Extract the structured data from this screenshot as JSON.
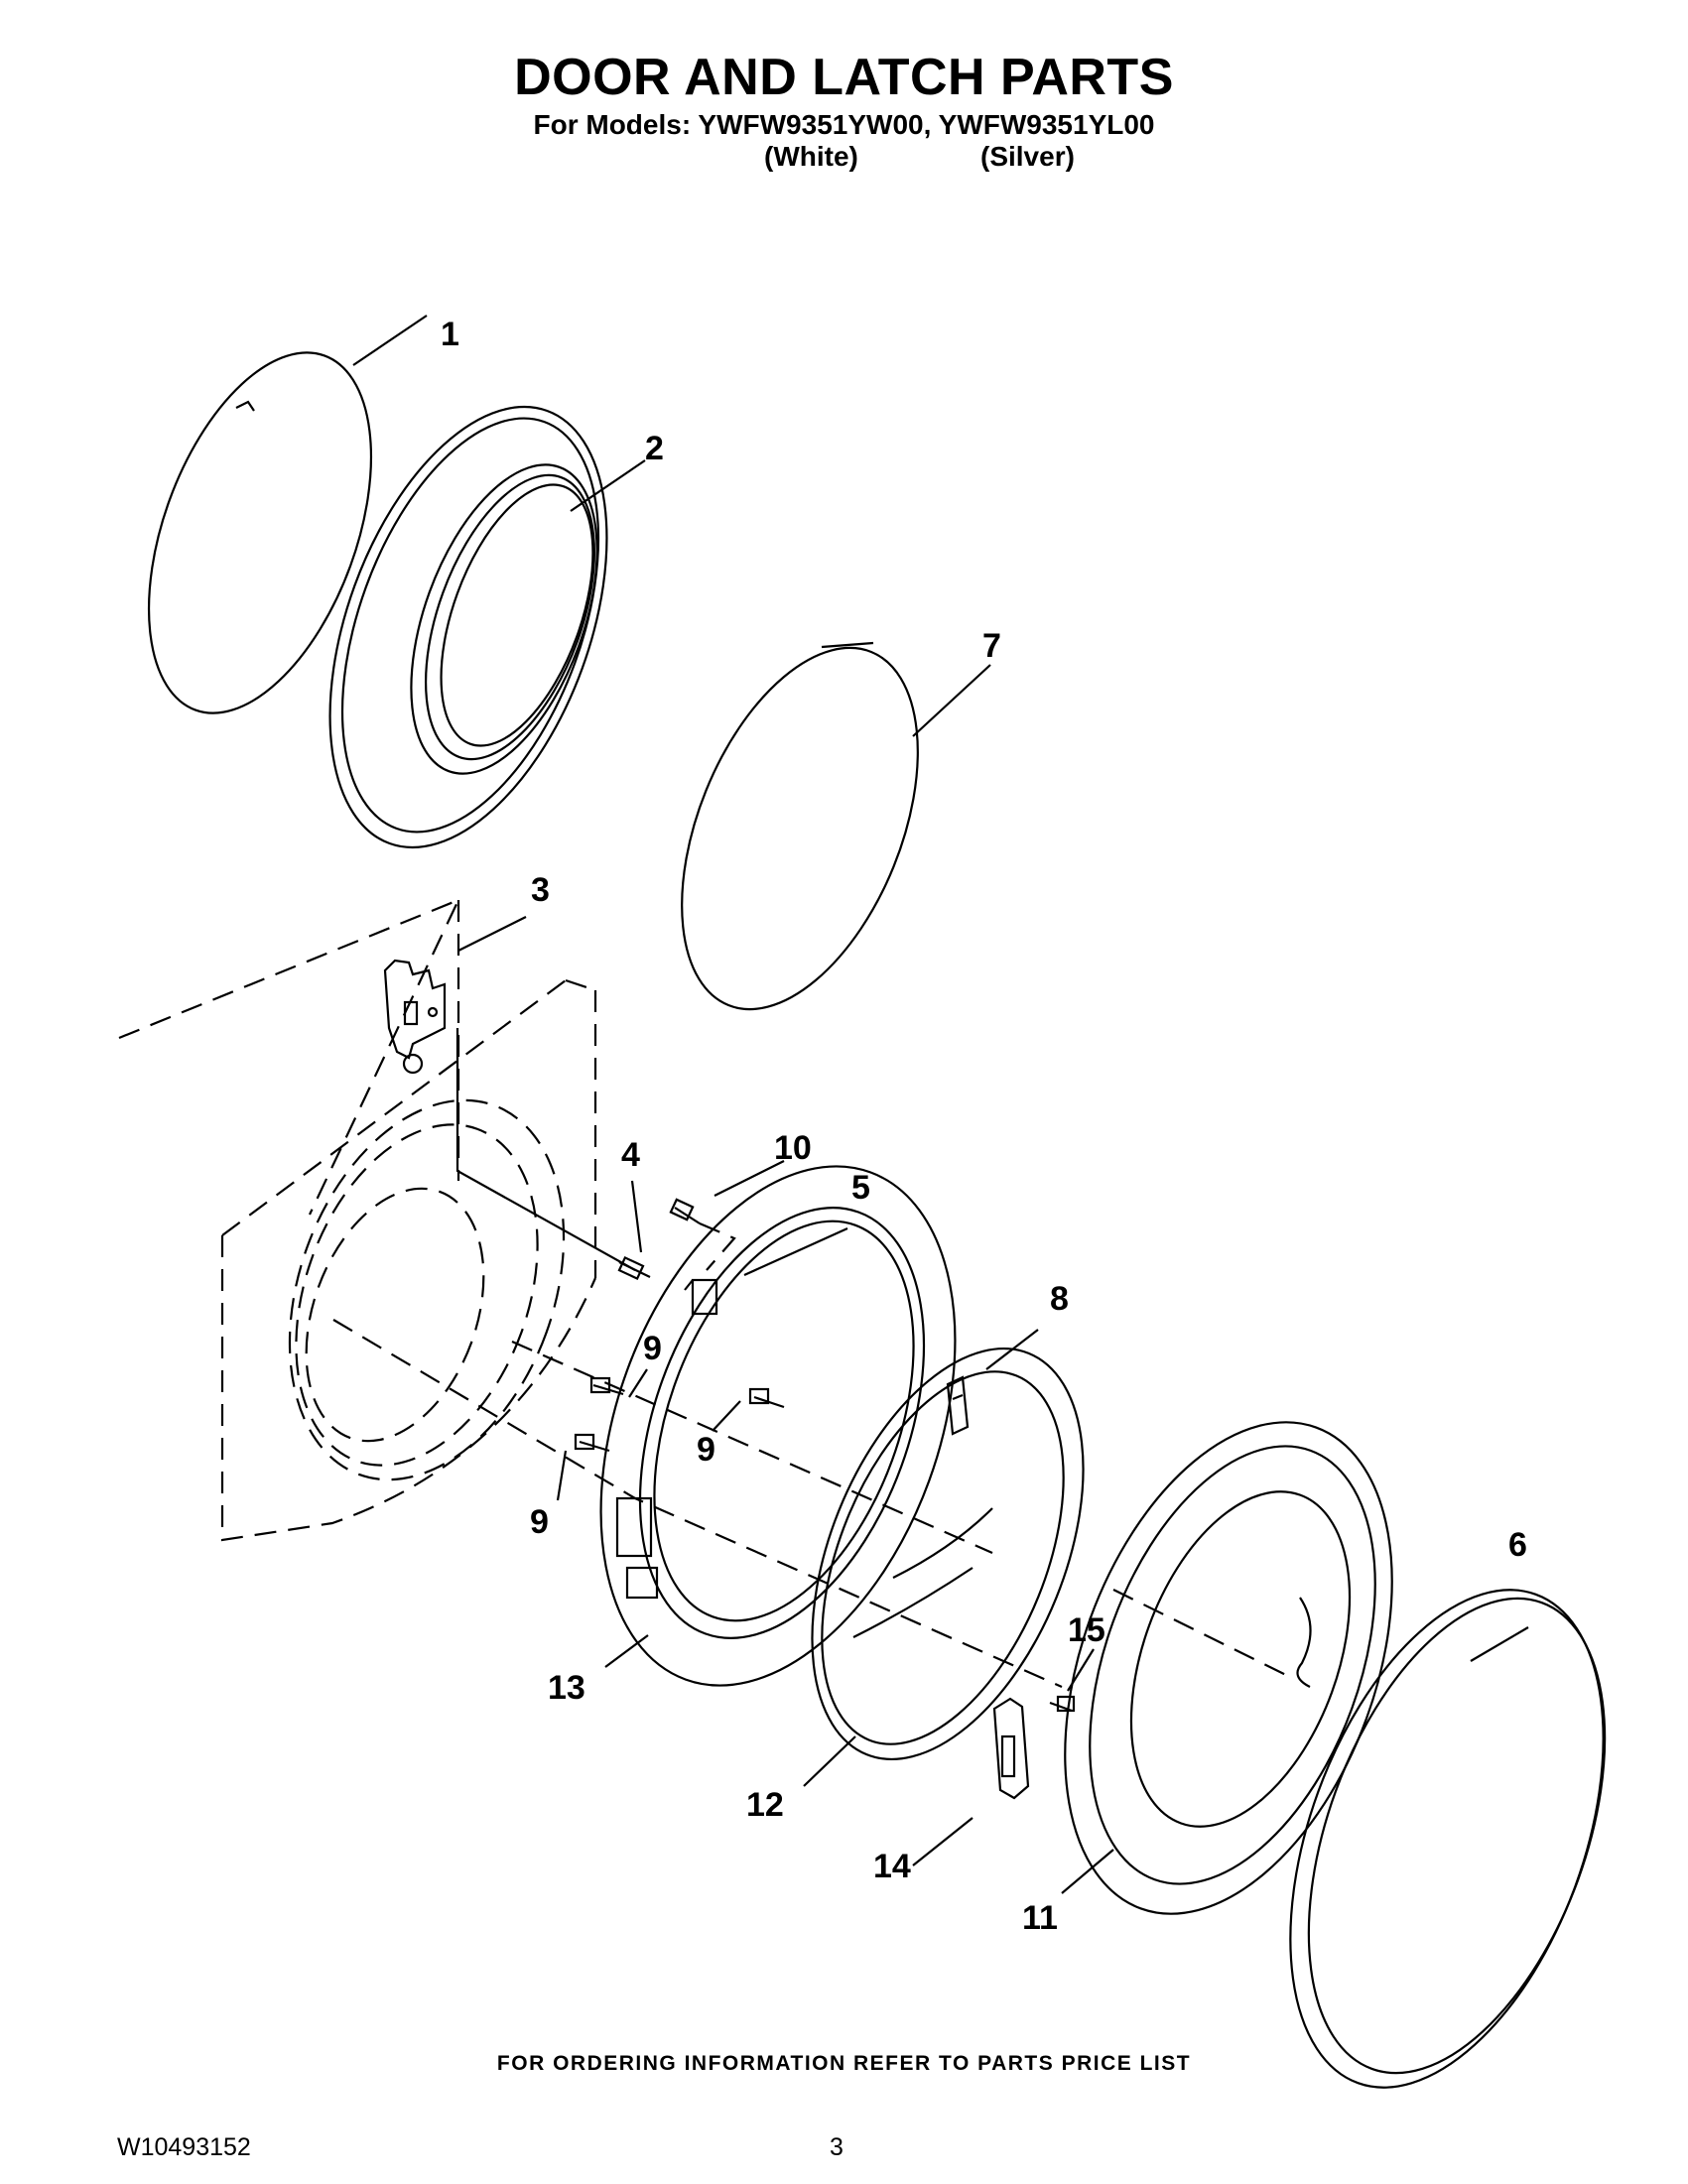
{
  "header": {
    "title": "DOOR AND LATCH PARTS",
    "models_line": "For Models: YWFW9351YW00, YWFW9351YL00",
    "variant_white": "(White)",
    "variant_silver": "(Silver)"
  },
  "callouts": [
    "1",
    "2",
    "3",
    "4",
    "5",
    "6",
    "7",
    "8",
    "9",
    "10",
    "11",
    "12",
    "13",
    "14",
    "15"
  ],
  "footer": {
    "note": "FOR ORDERING INFORMATION REFER TO PARTS PRICE LIST",
    "doc_number": "W10493152",
    "page_number": "3"
  }
}
